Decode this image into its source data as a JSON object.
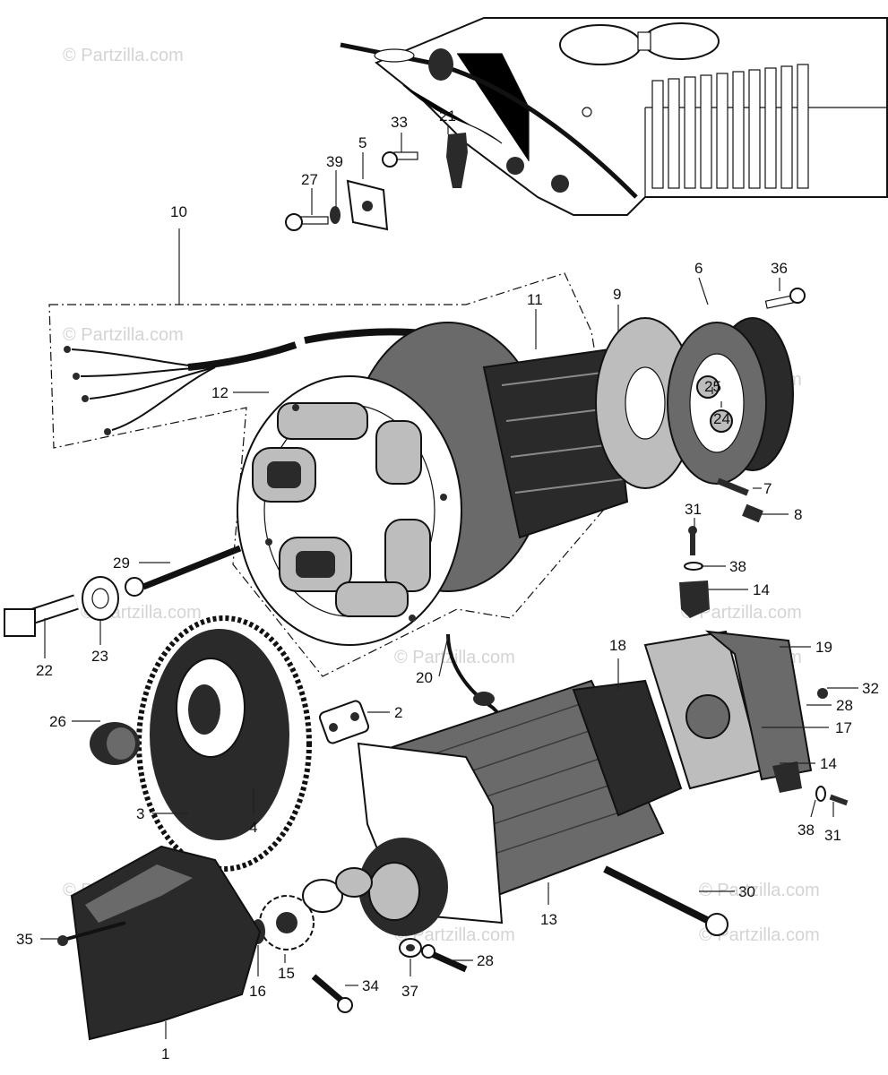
{
  "watermark": "© Partzilla.com",
  "callouts": {
    "c1": "1",
    "c2": "2",
    "c3": "3",
    "c4": "4",
    "c5": "5",
    "c6": "6",
    "c7": "7",
    "c8": "8",
    "c9": "9",
    "c10": "10",
    "c11": "11",
    "c12": "12",
    "c13": "13",
    "c14a": "14",
    "c14b": "14",
    "c15": "15",
    "c16": "16",
    "c17": "17",
    "c18": "18",
    "c19": "19",
    "c20": "20",
    "c21": "21",
    "c22": "22",
    "c23": "23",
    "c24": "24",
    "c25": "25",
    "c26": "26",
    "c27": "27",
    "c28a": "28",
    "c28b": "28",
    "c29": "29",
    "c30": "30",
    "c31a": "31",
    "c31b": "31",
    "c32": "32",
    "c33": "33",
    "c34": "34",
    "c35": "35",
    "c36": "36",
    "c37": "37",
    "c38a": "38",
    "c38b": "38",
    "c39": "39"
  },
  "colors": {
    "ink": "#111111",
    "fill_dark": "#2a2a2a",
    "fill_mid": "#6a6a6a",
    "fill_light": "#bdbdbd",
    "watermark": "#d4d4d4"
  }
}
